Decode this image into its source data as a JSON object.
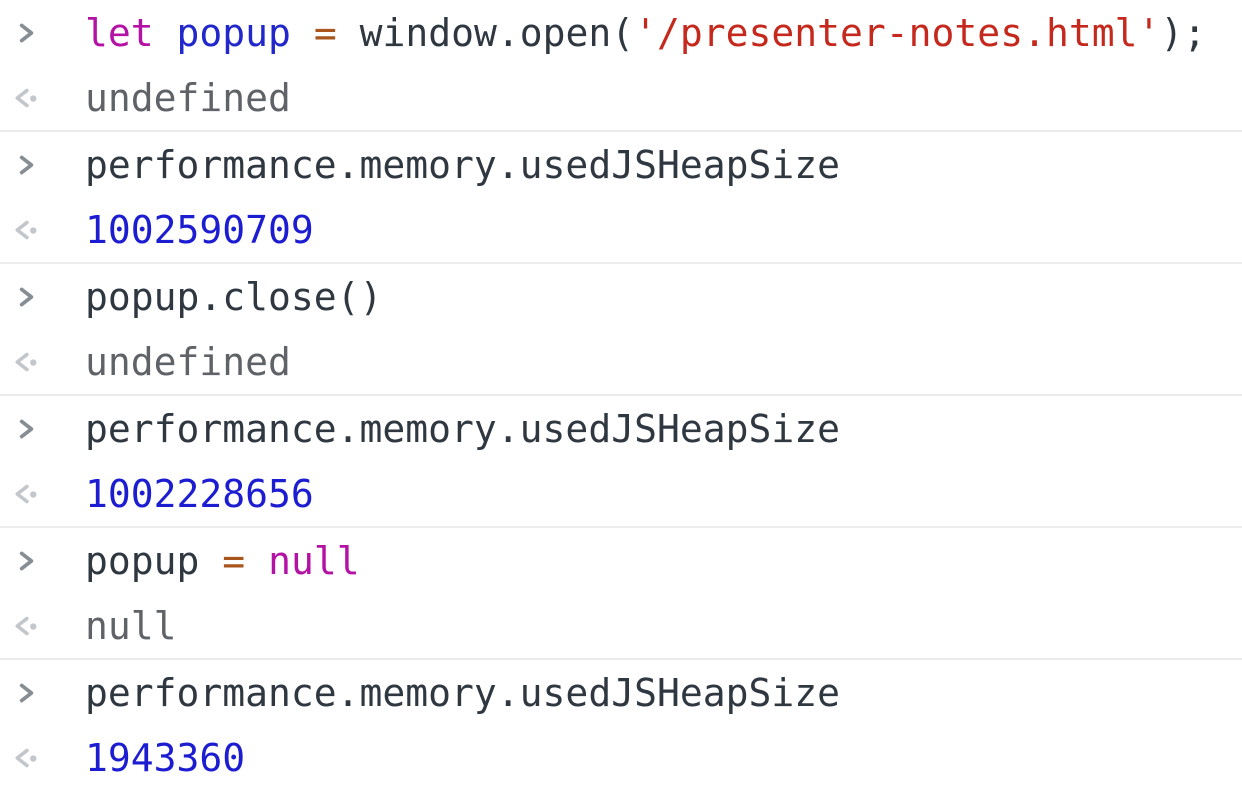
{
  "console": {
    "ui": {
      "background": "#ffffff",
      "divider_color": "#ececee",
      "prompt_icon_color": "#878d94",
      "result_icon_color": "#c3c6ca"
    },
    "token_colors": {
      "plain": "#2f3740",
      "keyword": "#b411a5",
      "variable": "#2127cb",
      "operator": "#a8551e",
      "string": "#c5281c",
      "number": "#1c1cd1",
      "muted": "#5f6368"
    },
    "entries": [
      {
        "command": [
          {
            "text": "let",
            "type": "keyword"
          },
          {
            "text": " ",
            "type": "plain"
          },
          {
            "text": "popup",
            "type": "variable"
          },
          {
            "text": " ",
            "type": "plain"
          },
          {
            "text": "=",
            "type": "operator"
          },
          {
            "text": " ",
            "type": "plain"
          },
          {
            "text": "window.open(",
            "type": "plain"
          },
          {
            "text": "'/presenter-notes.html'",
            "type": "string"
          },
          {
            "text": ");",
            "type": "plain"
          }
        ],
        "result": {
          "text": "undefined",
          "type": "muted"
        }
      },
      {
        "command": [
          {
            "text": "performance.memory.usedJSHeapSize",
            "type": "plain"
          }
        ],
        "result": {
          "text": "1002590709",
          "type": "number"
        }
      },
      {
        "command": [
          {
            "text": "popup.close()",
            "type": "plain"
          }
        ],
        "result": {
          "text": "undefined",
          "type": "muted"
        }
      },
      {
        "command": [
          {
            "text": "performance.memory.usedJSHeapSize",
            "type": "plain"
          }
        ],
        "result": {
          "text": "1002228656",
          "type": "number"
        }
      },
      {
        "command": [
          {
            "text": "popup",
            "type": "plain"
          },
          {
            "text": " ",
            "type": "plain"
          },
          {
            "text": "=",
            "type": "operator"
          },
          {
            "text": " ",
            "type": "plain"
          },
          {
            "text": "null",
            "type": "keyword"
          }
        ],
        "result": {
          "text": "null",
          "type": "muted"
        }
      },
      {
        "command": [
          {
            "text": "performance.memory.usedJSHeapSize",
            "type": "plain"
          }
        ],
        "result": {
          "text": "1943360",
          "type": "number"
        }
      }
    ]
  }
}
